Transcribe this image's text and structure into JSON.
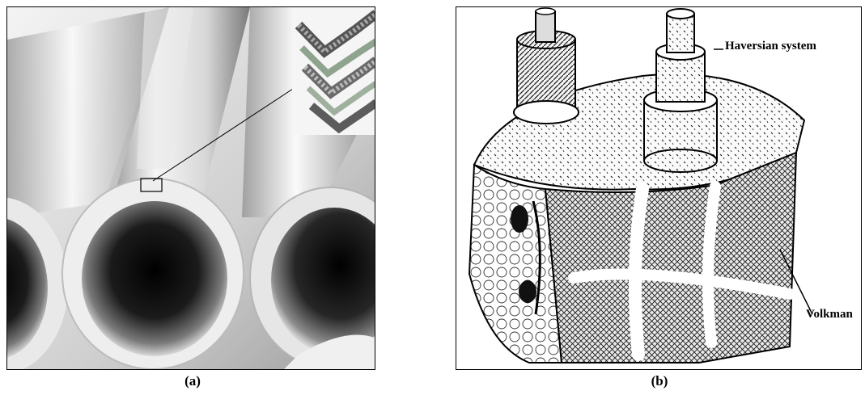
{
  "figure": {
    "panel_a": {
      "caption": "(a)"
    },
    "panel_b": {
      "caption": "(b)",
      "labels": {
        "haversian": "Haversian system",
        "volkman": "Volkman"
      }
    }
  },
  "colors": {
    "tube_light": "#f2f2f2",
    "tube_dark": "#000000",
    "background_grey": "#bdbdbd",
    "ink": "#111111"
  }
}
